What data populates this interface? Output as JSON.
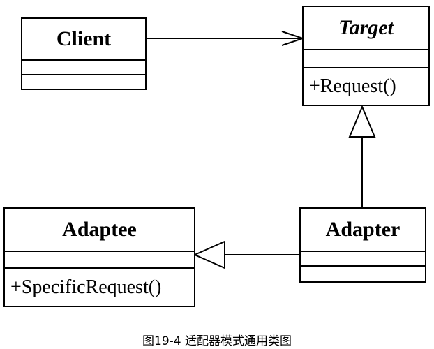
{
  "diagram": {
    "classes": {
      "client": {
        "name": "Client",
        "operations": []
      },
      "target": {
        "name": "Target",
        "abstract": true,
        "operations": [
          "+Request()"
        ]
      },
      "adaptee": {
        "name": "Adaptee",
        "operations": [
          "+SpecificRequest()"
        ]
      },
      "adapter": {
        "name": "Adapter",
        "operations": []
      }
    },
    "relations": [
      {
        "from": "Client",
        "to": "Target",
        "type": "association"
      },
      {
        "from": "Adapter",
        "to": "Target",
        "type": "generalization"
      },
      {
        "from": "Adapter",
        "to": "Adaptee",
        "type": "generalization"
      }
    ]
  },
  "caption": "图19-4 适配器模式通用类图"
}
